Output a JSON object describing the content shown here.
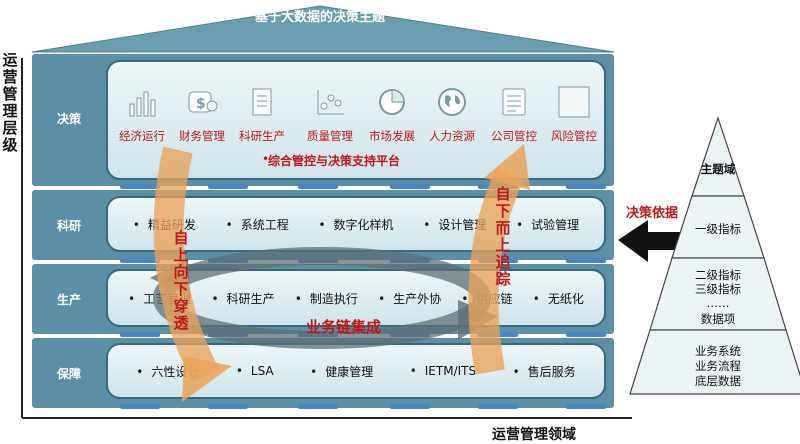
{
  "roof_title": "基于大数据的决策主题",
  "axis": {
    "y_label": "运营管理层级",
    "x_label": "运营管理领域"
  },
  "layers": {
    "decision": "决策",
    "research": "科研",
    "production": "生产",
    "support": "保障"
  },
  "decision_icons": [
    {
      "label": "经济运行",
      "icon": "bar-chart-icon"
    },
    {
      "label": "财务管理",
      "icon": "money-icon"
    },
    {
      "label": "科研生产",
      "icon": "document-icon"
    },
    {
      "label": "质量管理",
      "icon": "scatter-icon"
    },
    {
      "label": "市场发展",
      "icon": "pie-icon"
    },
    {
      "label": "人力资源",
      "icon": "globe-icon"
    },
    {
      "label": "公司管控",
      "icon": "list-icon"
    },
    {
      "label": "风险管控",
      "icon": "blank-icon"
    }
  ],
  "platform": "综合管控与决策支持平台",
  "research_items": [
    "精益研发",
    "系统工程",
    "数字化样机",
    "设计管理",
    "试验管理"
  ],
  "production_items": [
    "工艺管理",
    "科研生产",
    "制造执行",
    "生产外协",
    "供应链",
    "无纸化"
  ],
  "support_items": [
    "六性设计",
    "LSA",
    "健康管理",
    "IETM/ITS",
    "售后服务"
  ],
  "arrows": {
    "top_down": "自上向下穿透",
    "bottom_up": "自下而上追踪",
    "chain": "业务链集成",
    "basis": "决策依据"
  },
  "pyramid": {
    "top": "主题域",
    "level1": "一级指标",
    "level2": "二级指标",
    "level3": "三级指标",
    "ellipsis": "……",
    "items": "数据项",
    "base1": "业务系统",
    "base2": "业务流程",
    "base3": "底层数据"
  },
  "colors": {
    "layer": "#5a8fa5",
    "roof": "#6b9db1",
    "accent_red": "#c01818",
    "connector": "#4a86c4",
    "arrow_orange": "#e8a35a"
  }
}
